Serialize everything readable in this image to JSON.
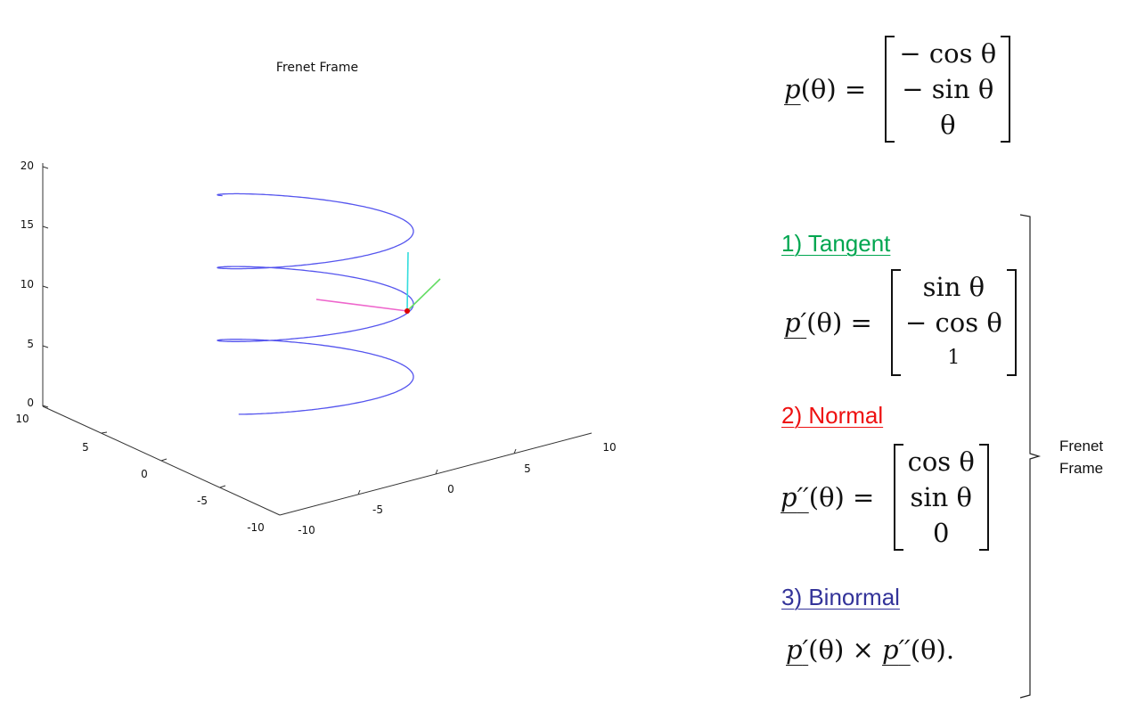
{
  "chart_data": {
    "type": "line",
    "title": "Frenet Frame",
    "subtype": "3d-helix",
    "curve": {
      "x": "-cos(theta)",
      "y": "-sin(theta)",
      "z": "theta",
      "theta_range": [
        0,
        18.5
      ]
    },
    "x_ticks": [
      "-10",
      "-5",
      "0",
      "5",
      "10"
    ],
    "y_ticks": [
      "-10",
      "-5",
      "0",
      "5",
      "10"
    ],
    "z_ticks": [
      "0",
      "5",
      "10",
      "15",
      "20"
    ],
    "xlim": [
      -10,
      10
    ],
    "ylim": [
      -10,
      10
    ],
    "zlim": [
      0,
      20
    ],
    "frame_vectors": [
      {
        "name": "tangent",
        "color": "#66dd66"
      },
      {
        "name": "normal",
        "color": "#ee66cc"
      },
      {
        "name": "binormal",
        "color": "#33dddd"
      }
    ],
    "frame_point_color": "#dd0000",
    "curve_color": "#5555ee"
  },
  "equations": {
    "position": {
      "lhs_var": "p",
      "lhs_rest": "(θ) =",
      "rows": [
        "− cos θ",
        "− sin θ",
        "θ"
      ]
    },
    "tangent": {
      "lhs_var": "p",
      "lhs_prime": "′",
      "lhs_rest": "(θ) =",
      "rows": [
        "sin θ",
        "− cos θ",
        "1"
      ]
    },
    "normal": {
      "lhs_var": "p",
      "lhs_prime": "′′",
      "lhs_rest": "(θ) =",
      "rows": [
        "cos θ",
        "sin θ",
        "0"
      ]
    },
    "binormal": {
      "a_var": "p",
      "a_prime": "′",
      "mid": "(θ) × ",
      "b_var": "p",
      "b_prime": "′′",
      "end": "(θ)."
    }
  },
  "sections": {
    "tangent": {
      "label": "1) Tangent",
      "color": "#00a650"
    },
    "normal": {
      "label": "2) Normal",
      "color": "#ee1111"
    },
    "binormal": {
      "label": "3) Binormal",
      "color": "#333399"
    }
  },
  "frame_label": {
    "line1": "Frenet",
    "line2": "Frame"
  }
}
